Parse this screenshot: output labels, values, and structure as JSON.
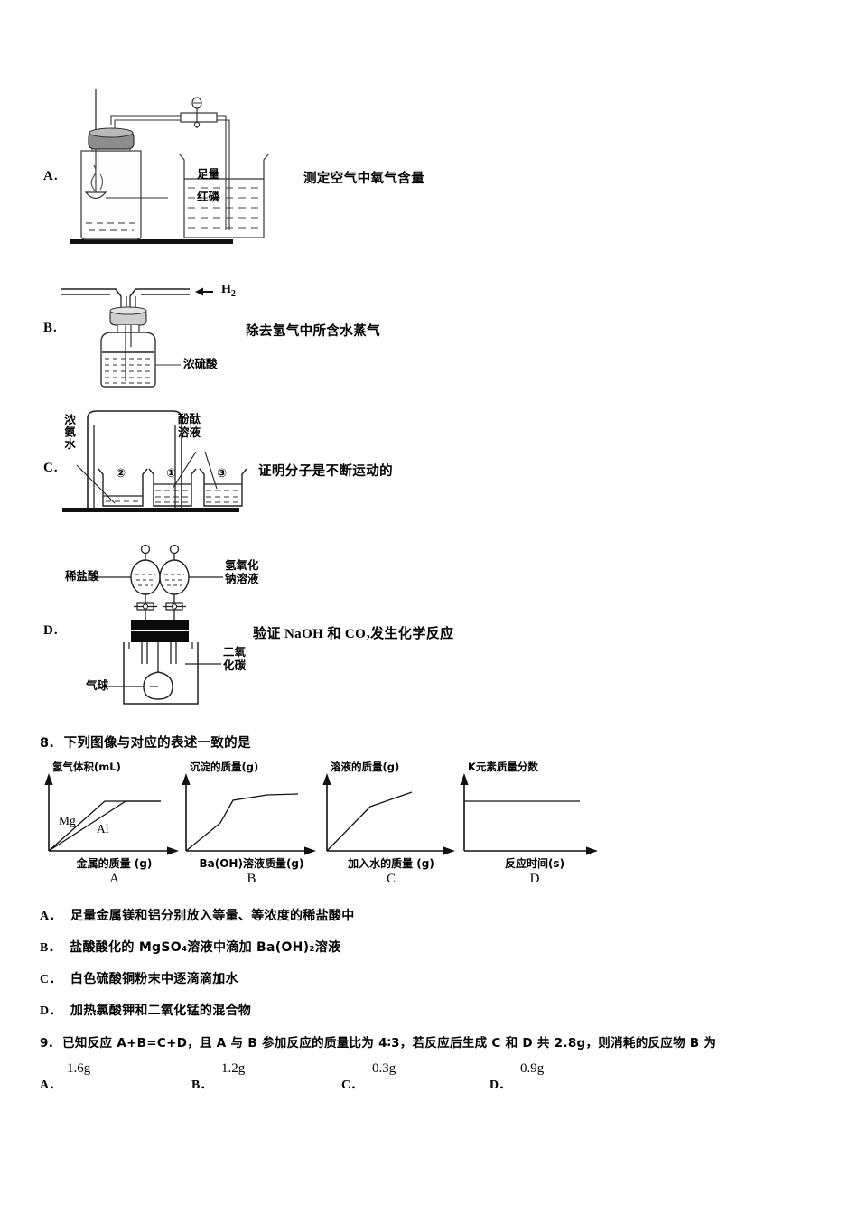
{
  "experiment_options": [
    {
      "letter": "A.",
      "caption": "测定空气中氧气含量",
      "labels": [
        "足量",
        "红磷"
      ],
      "apparatus": "gas-jar-red-phosphorus-beaker"
    },
    {
      "letter": "B.",
      "caption": "除去氢气中所含水蒸气",
      "labels": [
        "浓硫酸"
      ],
      "gas_inlet": "H2",
      "apparatus": "gas-washing-bottle"
    },
    {
      "letter": "C.",
      "caption": "证明分子是不断运动的",
      "labels": [
        "浓氨水",
        "酚酞溶液"
      ],
      "beaker_marks": [
        "②",
        "①",
        "③"
      ],
      "apparatus": "bell-jar-three-beakers"
    },
    {
      "letter": "D.",
      "caption": "验证 NaOH 和 CO₂发生化学反应",
      "labels": [
        "稀盐酸",
        "氢氧化钠溶液",
        "二氧化碳",
        "气球"
      ],
      "apparatus": "flask-two-dropping-funnels-balloon"
    }
  ],
  "question8": {
    "number": "8.",
    "stem": "下列图像与对应的表述一致的是",
    "answers": [
      {
        "letter": "A．",
        "text": "足量金属镁和铝分别放入等量、等浓度的稀盐酸中"
      },
      {
        "letter": "B．",
        "text": "盐酸酸化的 MgSO₄溶液中滴加 Ba(OH)₂溶液"
      },
      {
        "letter": "C．",
        "text": "白色硫酸铜粉末中逐滴滴加水"
      },
      {
        "letter": "D．",
        "text": "加热氯酸钾和二氧化锰的混合物"
      }
    ]
  },
  "question9": {
    "number": "9.",
    "stem": "已知反应 A+B=C+D，且 A 与 B 参加反应的质量比为 4∶3，若反应后生成 C 和 D 共 2.8g，则消耗的反应物 B 为",
    "answers": [
      {
        "letter": "A．",
        "value": "1.6g"
      },
      {
        "letter": "B．",
        "value": "1.2g"
      },
      {
        "letter": "C．",
        "value": "0.3g"
      },
      {
        "letter": "D．",
        "value": "0.9g"
      }
    ]
  },
  "chart_data": [
    {
      "type": "line",
      "name": "A",
      "title": "",
      "ylabel": "氢气体积(mL)",
      "xlabel": "金属的质量 (g)",
      "grid": false,
      "legend": "inline-labels",
      "xlim": [
        0,
        10
      ],
      "ylim": [
        0,
        10
      ],
      "series": [
        {
          "name": "Mg",
          "x": [
            0,
            5.0,
            10
          ],
          "values": [
            0,
            7.3,
            7.3
          ]
        },
        {
          "name": "Al",
          "x": [
            0,
            6.6,
            10
          ],
          "values": [
            0,
            7.3,
            7.3
          ]
        }
      ]
    },
    {
      "type": "line",
      "name": "B",
      "title": "",
      "ylabel": "沉淀的质量(g)",
      "xlabel": "Ba(OH)溶液质量(g)",
      "grid": false,
      "xlim": [
        0,
        10
      ],
      "ylim": [
        0,
        10
      ],
      "series": [
        {
          "name": "沉淀",
          "x": [
            0,
            3.2,
            5.0,
            7.4,
            10
          ],
          "values": [
            0,
            3.6,
            7.1,
            8.0,
            8.2
          ]
        }
      ]
    },
    {
      "type": "line",
      "name": "C",
      "title": "",
      "ylabel": "溶液的质量(g)",
      "xlabel": "加入水的质量 (g)",
      "grid": false,
      "xlim": [
        0,
        10
      ],
      "ylim": [
        0,
        10
      ],
      "series": [
        {
          "name": "溶液",
          "x": [
            0,
            4.2,
            8.6
          ],
          "values": [
            0,
            6.6,
            8.8
          ]
        }
      ]
    },
    {
      "type": "line",
      "name": "D",
      "title": "",
      "ylabel": "K元素质量分数",
      "xlabel": "反应时间(s)",
      "grid": false,
      "xlim": [
        0,
        10
      ],
      "ylim": [
        0,
        10
      ],
      "series": [
        {
          "name": "K元素质量分数",
          "x": [
            0,
            10
          ],
          "values": [
            6.6,
            6.6
          ]
        }
      ]
    }
  ]
}
